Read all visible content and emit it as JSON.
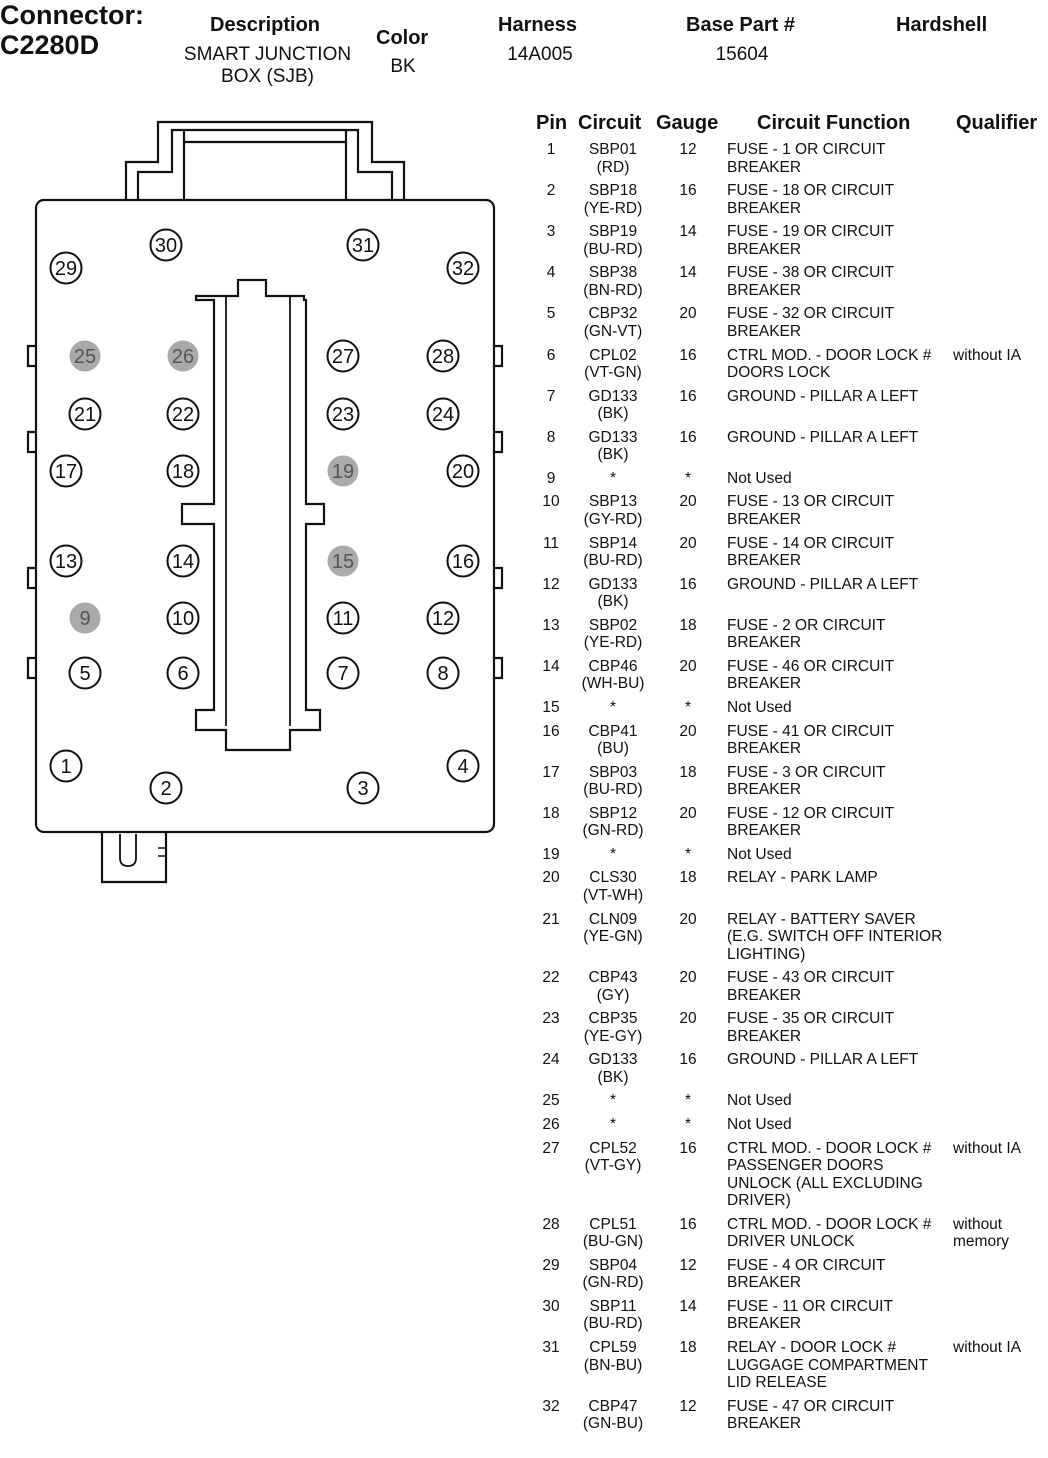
{
  "connector": {
    "line1": "Connector:",
    "line2": "C2280D"
  },
  "header": {
    "description_label": "Description",
    "description_line1": "SMART JUNCTION",
    "description_line2": "BOX (SJB)",
    "color_label": "Color",
    "color_value": "BK",
    "harness_label": "Harness",
    "harness_value": "14A005",
    "base_part_label": "Base Part #",
    "base_part_value": "15604",
    "hardshell_label": "Hardshell"
  },
  "table": {
    "headers": {
      "pin": "Pin",
      "circuit": "Circuit",
      "gauge": "Gauge",
      "function": "Circuit Function",
      "qualifier": "Qualifier"
    },
    "rows": [
      {
        "pin": "1",
        "circuit": "SBP01\n(RD)",
        "gauge": "12",
        "function": "FUSE - 1 OR CIRCUIT\nBREAKER",
        "qualifier": ""
      },
      {
        "pin": "2",
        "circuit": "SBP18\n(YE-RD)",
        "gauge": "16",
        "function": "FUSE - 18 OR CIRCUIT\nBREAKER",
        "qualifier": ""
      },
      {
        "pin": "3",
        "circuit": "SBP19\n(BU-RD)",
        "gauge": "14",
        "function": "FUSE - 19 OR CIRCUIT\nBREAKER",
        "qualifier": ""
      },
      {
        "pin": "4",
        "circuit": "SBP38\n(BN-RD)",
        "gauge": "14",
        "function": "FUSE - 38 OR CIRCUIT\nBREAKER",
        "qualifier": ""
      },
      {
        "pin": "5",
        "circuit": "CBP32\n(GN-VT)",
        "gauge": "20",
        "function": "FUSE - 32 OR CIRCUIT\nBREAKER",
        "qualifier": ""
      },
      {
        "pin": "6",
        "circuit": "CPL02\n(VT-GN)",
        "gauge": "16",
        "function": "CTRL MOD. - DOOR LOCK #\nDOORS LOCK",
        "qualifier": "without IA"
      },
      {
        "pin": "7",
        "circuit": "GD133\n(BK)",
        "gauge": "16",
        "function": "GROUND - PILLAR A LEFT",
        "qualifier": ""
      },
      {
        "pin": "8",
        "circuit": "GD133\n(BK)",
        "gauge": "16",
        "function": "GROUND - PILLAR A LEFT",
        "qualifier": ""
      },
      {
        "pin": "9",
        "circuit": "*",
        "gauge": "*",
        "function": "Not Used",
        "qualifier": ""
      },
      {
        "pin": "10",
        "circuit": "SBP13\n(GY-RD)",
        "gauge": "20",
        "function": "FUSE - 13 OR CIRCUIT\nBREAKER",
        "qualifier": ""
      },
      {
        "pin": "11",
        "circuit": "SBP14\n(BU-RD)",
        "gauge": "20",
        "function": "FUSE - 14 OR CIRCUIT\nBREAKER",
        "qualifier": ""
      },
      {
        "pin": "12",
        "circuit": "GD133\n(BK)",
        "gauge": "16",
        "function": "GROUND - PILLAR A LEFT",
        "qualifier": ""
      },
      {
        "pin": "13",
        "circuit": "SBP02\n(YE-RD)",
        "gauge": "18",
        "function": "FUSE - 2 OR CIRCUIT\nBREAKER",
        "qualifier": ""
      },
      {
        "pin": "14",
        "circuit": "CBP46\n(WH-BU)",
        "gauge": "20",
        "function": "FUSE - 46 OR CIRCUIT\nBREAKER",
        "qualifier": ""
      },
      {
        "pin": "15",
        "circuit": "*",
        "gauge": "*",
        "function": "Not Used",
        "qualifier": ""
      },
      {
        "pin": "16",
        "circuit": "CBP41\n(BU)",
        "gauge": "20",
        "function": "FUSE - 41 OR CIRCUIT\nBREAKER",
        "qualifier": ""
      },
      {
        "pin": "17",
        "circuit": "SBP03\n(BU-RD)",
        "gauge": "18",
        "function": "FUSE - 3 OR CIRCUIT\nBREAKER",
        "qualifier": ""
      },
      {
        "pin": "18",
        "circuit": "SBP12\n(GN-RD)",
        "gauge": "20",
        "function": "FUSE - 12 OR CIRCUIT\nBREAKER",
        "qualifier": ""
      },
      {
        "pin": "19",
        "circuit": "*",
        "gauge": "*",
        "function": "Not Used",
        "qualifier": ""
      },
      {
        "pin": "20",
        "circuit": "CLS30\n(VT-WH)",
        "gauge": "18",
        "function": "RELAY - PARK LAMP",
        "qualifier": ""
      },
      {
        "pin": "21",
        "circuit": "CLN09\n(YE-GN)",
        "gauge": "20",
        "function": "RELAY - BATTERY SAVER\n(E.G. SWITCH OFF INTERIOR\nLIGHTING)",
        "qualifier": ""
      },
      {
        "pin": "22",
        "circuit": "CBP43\n(GY)",
        "gauge": "20",
        "function": "FUSE - 43 OR CIRCUIT\nBREAKER",
        "qualifier": ""
      },
      {
        "pin": "23",
        "circuit": "CBP35\n(YE-GY)",
        "gauge": "20",
        "function": "FUSE - 35 OR CIRCUIT\nBREAKER",
        "qualifier": ""
      },
      {
        "pin": "24",
        "circuit": "GD133\n(BK)",
        "gauge": "16",
        "function": "GROUND - PILLAR A LEFT",
        "qualifier": ""
      },
      {
        "pin": "25",
        "circuit": "*",
        "gauge": "*",
        "function": "Not Used",
        "qualifier": ""
      },
      {
        "pin": "26",
        "circuit": "*",
        "gauge": "*",
        "function": "Not Used",
        "qualifier": ""
      },
      {
        "pin": "27",
        "circuit": "CPL52\n(VT-GY)",
        "gauge": "16",
        "function": "CTRL MOD. - DOOR LOCK #\nPASSENGER DOORS\nUNLOCK (ALL EXCLUDING\nDRIVER)",
        "qualifier": "without IA"
      },
      {
        "pin": "28",
        "circuit": "CPL51\n(BU-GN)",
        "gauge": "16",
        "function": "CTRL MOD. - DOOR LOCK #\nDRIVER UNLOCK",
        "qualifier": "without\nmemory"
      },
      {
        "pin": "29",
        "circuit": "SBP04\n(GN-RD)",
        "gauge": "12",
        "function": "FUSE - 4 OR CIRCUIT\nBREAKER",
        "qualifier": ""
      },
      {
        "pin": "30",
        "circuit": "SBP11\n(BU-RD)",
        "gauge": "14",
        "function": "FUSE - 11 OR CIRCUIT\nBREAKER",
        "qualifier": ""
      },
      {
        "pin": "31",
        "circuit": "CPL59\n(BN-BU)",
        "gauge": "18",
        "function": "RELAY - DOOR LOCK #\nLUGGAGE COMPARTMENT\nLID RELEASE",
        "qualifier": "without IA"
      },
      {
        "pin": "32",
        "circuit": "CBP47\n(GN-BU)",
        "gauge": "12",
        "function": "FUSE - 47 OR CIRCUIT\nBREAKER",
        "qualifier": ""
      }
    ]
  },
  "diagram": {
    "pin_labels": [
      "1",
      "2",
      "3",
      "4",
      "5",
      "6",
      "7",
      "8",
      "9",
      "10",
      "11",
      "12",
      "13",
      "14",
      "15",
      "16",
      "17",
      "18",
      "19",
      "20",
      "21",
      "22",
      "23",
      "24",
      "25",
      "26",
      "27",
      "28",
      "29",
      "30",
      "31",
      "32"
    ],
    "unused_pins": [
      "9",
      "15",
      "19",
      "25",
      "26"
    ],
    "unused_fill": "#aaaaaa"
  }
}
